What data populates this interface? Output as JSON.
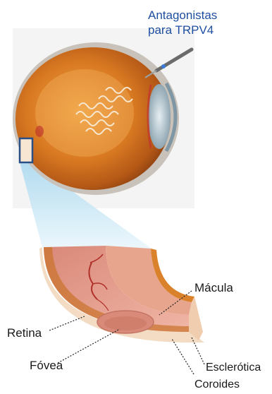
{
  "labels": {
    "antagonists_line1": "Antagonistas",
    "antagonists_line2": "para TRPV4",
    "macula": "Mácula",
    "retina": "Retina",
    "fovea": "Fóvea",
    "sclera": "Esclerótica",
    "choroid": "Coroides"
  },
  "colors": {
    "label_blue": "#1f4fa0",
    "inset_box": "#2a4f86",
    "zoom_wedge": "#bfe3f4",
    "retina_orange": "#d9822b",
    "tissue_pink": "#e39b8c",
    "sclera_cream": "#f3dcc3"
  }
}
